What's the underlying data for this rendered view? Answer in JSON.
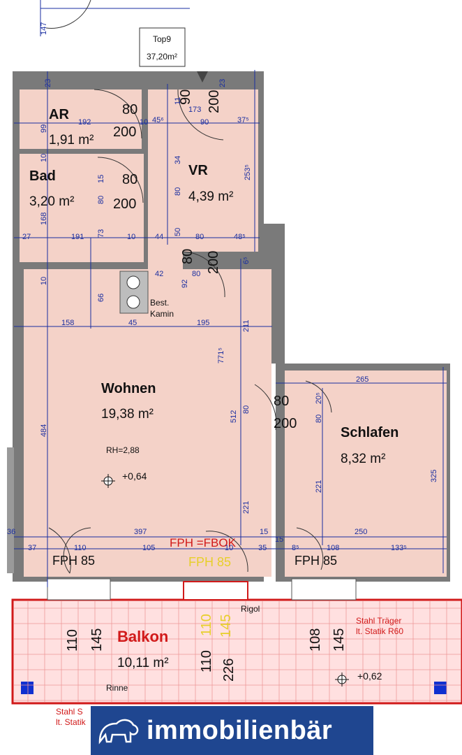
{
  "unit": {
    "name": "Top9",
    "area": "37,20m²"
  },
  "rooms": {
    "ar": {
      "name": "AR",
      "area": "1,91 m²"
    },
    "bad": {
      "name": "Bad",
      "area": "3,20 m²"
    },
    "vr": {
      "name": "VR",
      "area": "4,39 m²"
    },
    "wohnen": {
      "name": "Wohnen",
      "area": "19,38 m²",
      "rh": "RH=2,88",
      "level": "+0,64"
    },
    "schlafen": {
      "name": "Schlafen",
      "area": "8,32 m²"
    },
    "balkon": {
      "name": "Balkon",
      "area": "10,11 m²",
      "level": "+0,62"
    }
  },
  "labels": {
    "kamin_1": "Best.",
    "kamin_2": "Kamin",
    "fph_left": "FPH 85",
    "fph_mid": "FPH 85",
    "fph_right": "FPH 85",
    "fph_fbok": "FPH =FBOK",
    "rigol": "Rigol",
    "rinne": "Rinne",
    "stahl_traeger_1": "Stahl Träger",
    "stahl_traeger_2": "lt. Statik R60",
    "stahl_left_1": "Stahl S",
    "stahl_left_2": "lt. Statik"
  },
  "doors": {
    "ar_w": "80",
    "ar_h": "200",
    "bad_w": "80",
    "bad_h": "200",
    "entry_w": "90",
    "entry_h": "200",
    "kamin_w": "80",
    "kamin_h": "200",
    "schlafen_w": "80",
    "schlafen_h": "200"
  },
  "windows": {
    "left_w": "110",
    "left_h": "145",
    "mid_w1": "110",
    "mid_h1": "145",
    "mid_w2": "110",
    "mid_h2": "226",
    "right_w": "108",
    "right_h": "145"
  },
  "dimensions": {
    "top_147": "147",
    "d23a": "23",
    "d23b": "23",
    "d99": "99",
    "d192": "192",
    "d10a": "10",
    "d45": "45⁶",
    "d173": "173",
    "d90": "90",
    "d37": "37⁵",
    "d34": "34",
    "d253": "253⁵",
    "d11": "11",
    "d10b": "10",
    "d15": "15",
    "d80a": "80",
    "d80b": "80",
    "d168": "168",
    "d73": "73",
    "d27": "27",
    "d191": "191",
    "d10c": "10",
    "d44": "44",
    "d80c": "80",
    "d48": "48⁵",
    "d50": "50",
    "d65": "6⁵",
    "d42": "42",
    "d80d": "80",
    "d92": "92",
    "d10d": "10",
    "d66": "66",
    "d158": "158",
    "d45b": "45",
    "d195": "195",
    "d211": "211",
    "d771": "771⁵",
    "d484": "484",
    "d512": "512",
    "d80e": "80",
    "d265": "265",
    "d205": "20⁵",
    "d80f": "80",
    "d325": "325",
    "d221a": "221",
    "d221b": "221",
    "d36": "36",
    "d397": "397",
    "d15b": "15",
    "d250": "250",
    "d37b": "37",
    "d110": "110",
    "d105": "105",
    "d10e": "10",
    "d35": "35",
    "d15c": "15",
    "d85": "8⁵",
    "d108": "108",
    "d133": "133⁵"
  },
  "brand": {
    "name": "immobilienbär",
    "color": "#1f4690"
  },
  "colors": {
    "room_fill": "#f4d2c8",
    "wall": "#7a7a7a",
    "dim_line": "#1a2ea0",
    "balcony_red": "#d11a1a"
  }
}
